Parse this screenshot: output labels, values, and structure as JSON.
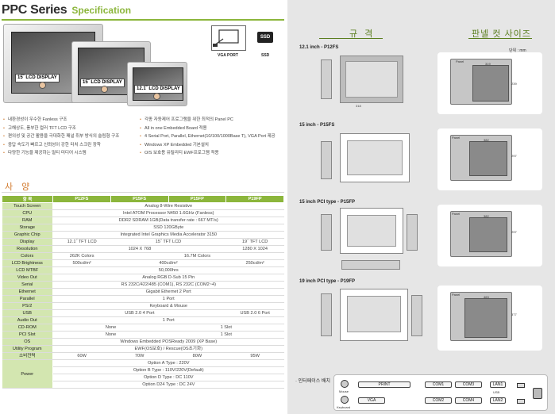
{
  "header": {
    "title": "PPC Series",
    "subtitle": "Specification"
  },
  "hero": {
    "panel_labels": [
      "15˝ LCD DISPLAY",
      "15˝ LCD DISPLAY",
      "12.1˝ LCD DISPLAY"
    ],
    "vga_port": "VGA PORT",
    "ssd_badge": "SSD",
    "ssd_caption": "SSD"
  },
  "features_left": [
    "내환경성이 우수한 Fanless 구조",
    "고해상도, 풍부한 컬러 TFT LCD 구조",
    "편의성 및 공간 활용을 극대화한 패널 취부 방식의 슬림형 구조",
    "응답 속도가 빠르고 신뢰성이 강한 터치 스크린 장착",
    "다양한 기능을 제공하는 멀티 미디어 시스템"
  ],
  "features_right": [
    "각종 자동제어 프로그램을 위한 최적의 Panel PC",
    "All in one Embedded Board 적용",
    "4 Serial Port, Parallel, Ethernet(10/100/1000Base T), VGA Port 제공",
    "Windows XP Embedded 기본설치",
    "O/S 보호용 유틸리티 EWF프로그램 적용"
  ],
  "spec_section": {
    "title": "사 양",
    "columns": [
      "항 목",
      "P12FS",
      "P15FS",
      "P15FP",
      "P19FP"
    ]
  },
  "spec": {
    "touch_screen": [
      "Touch Screen",
      "Analog 8-Wire Resistive"
    ],
    "cpu": [
      "CPU",
      "Intel ATOM Processor N450 1.6GHz (Fanless)"
    ],
    "ram": [
      "RAM",
      "DDR2 SDRAM 1GB(Data transfer rate : 667 MT/s)"
    ],
    "storage": [
      "Storage",
      "SSD 120GByte"
    ],
    "graphic": [
      "Graphic Chip",
      "Integrated Intel Graphics Media Accelerator 3150"
    ],
    "display": [
      "Display",
      "12.1˝ TFT LCD",
      "15˝ TFT LCD",
      "19˝ TFT LCD"
    ],
    "resolution": [
      "Resolution",
      "1024 X 768",
      "1280 X 1024"
    ],
    "colors": [
      "Colors",
      "262K Colors",
      "16.7M Colors"
    ],
    "brightness": [
      "LCD Brightness",
      "500cd/m²",
      "400cd/m²",
      "250cd/m²"
    ],
    "mtbf": [
      "LCD MTBF",
      "50,000hrs"
    ],
    "video_out": [
      "Video Out",
      "Analog RGB D-Sub 15 Pin"
    ],
    "serial": [
      "Serial",
      "RS 232C/422/485 (COM1), RS 232C (COM2~4)"
    ],
    "ethernet": [
      "Ethernet",
      "Gigabit Ethernet 2 Port"
    ],
    "parallel": [
      "Parallel",
      "1 Port"
    ],
    "ps2": [
      "PS/2",
      "Keyboard & Mouse"
    ],
    "usb": [
      "USB",
      "USB 2.0 4 Port",
      "USB 2.0 6 Port"
    ],
    "audio": [
      "Audio Out",
      "1 Port"
    ],
    "cdrom": [
      "CD-ROM",
      "None",
      "1 Slot"
    ],
    "pci": [
      "PCI Slot",
      "None",
      "1 Slot"
    ],
    "os": [
      "OS",
      "Windows Embedded POSReady 2009 (XP Base)"
    ],
    "utility": [
      "Utility Program",
      "EWF(OS보호) / Rescue(OS초기화)"
    ],
    "power_consumption": [
      "소비전력",
      "60W",
      "70W",
      "80W",
      "95W"
    ],
    "power": {
      "label": "Power",
      "options": [
        "Option A Type : 220V",
        "Option B Type : 110V/220V(Default)",
        "Option D Type : DC 110V",
        "Option D24 Type : DC 24V"
      ]
    }
  },
  "right": {
    "spec_header": "규 격",
    "cut_header": "판넬 컷 사이즈",
    "unit": "단위 : mm",
    "models": [
      {
        "title": "12.1 inch - P12FS",
        "panel": "Panel",
        "w": "319",
        "h": "239"
      },
      {
        "title": "15 inch - P15FS",
        "panel": "Panel",
        "w": "382",
        "h": "297"
      },
      {
        "title": "15 inch PCI type - P15FP",
        "panel": "Panel",
        "w": "382",
        "h": "297"
      },
      {
        "title": "19 inch PCI type - P19FP",
        "panel": "Panel",
        "w": "463",
        "h": "377"
      }
    ]
  },
  "io": {
    "label": "· 인터페이스 배치",
    "ports": {
      "print": "PRINT",
      "com1": "COM1",
      "com3": "COM3",
      "lan1": "LAN1",
      "vga": "VGA",
      "com2": "COM2",
      "com4": "COM4",
      "lan2": "LAN2"
    },
    "notes": {
      "usb": "USB",
      "mouse": "Mouse",
      "keyboard": "Keyboard"
    }
  }
}
